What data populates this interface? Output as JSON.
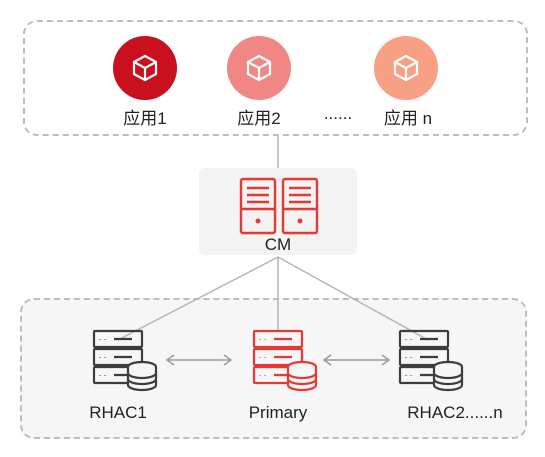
{
  "apps": [
    {
      "label": "应用1",
      "color": "#c8101e"
    },
    {
      "label": "应用2",
      "color": "#f08784"
    },
    {
      "label": "应用 n",
      "color": "#f8a084"
    }
  ],
  "ellipsis": "......",
  "cm": {
    "label": "CM",
    "color": "#e53935"
  },
  "nodes": [
    {
      "label": "RHAC1",
      "color": "#3d3d3d"
    },
    {
      "label": "Primary",
      "color": "#e53935"
    },
    {
      "label": "RHAC2......n",
      "color": "#3d3d3d"
    }
  ]
}
